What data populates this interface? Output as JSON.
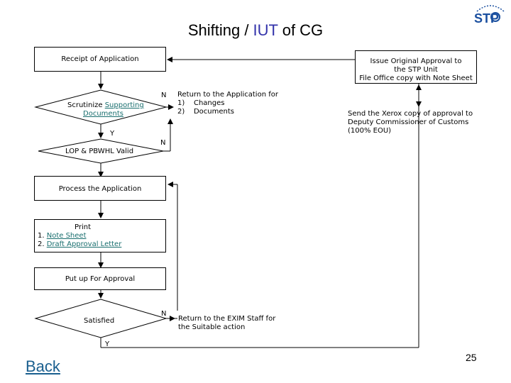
{
  "title": {
    "part1": "Shifting / ",
    "highlight": "IUT",
    "part2": " of CG"
  },
  "nodes": {
    "receipt": "Receipt of Application",
    "scrutinize_prefix": "Scrutinize ",
    "scrutinize_link1": "Supporting",
    "scrutinize_link2": "Documents",
    "lop": "LOP & PBWHL Valid",
    "process": "Process the Application",
    "print_title": "Print",
    "print_item1_num": "1. ",
    "print_item1": "Note Sheet",
    "print_item2_num": "2. ",
    "print_item2": "Draft Approval Letter",
    "approval": "Put up For Approval",
    "satisfied": "Satisfied",
    "return_app_line1": "Return to the Application for",
    "return_app_line2": "1)    Changes",
    "return_app_line3": "2)    Documents",
    "return_exim_line1": "Return to the EXIM Staff for",
    "return_exim_line2": "the Suitable action",
    "issue_line1": "Issue Original Approval to",
    "issue_line2": "the STP Unit",
    "issue_line3": "File Office copy with Note Sheet",
    "send_line1": "Send the Xerox copy of approval to",
    "send_line2": "Deputy Commissioner of Customs",
    "send_line3": "(100% EOU)"
  },
  "labels": {
    "n1": "N",
    "y1": "Y",
    "n2": "N",
    "n3": "N",
    "y3": "Y"
  },
  "footer": {
    "back": "Back",
    "page": "25"
  },
  "logo": {
    "text": "STP",
    "color": "#1a4f9f"
  }
}
